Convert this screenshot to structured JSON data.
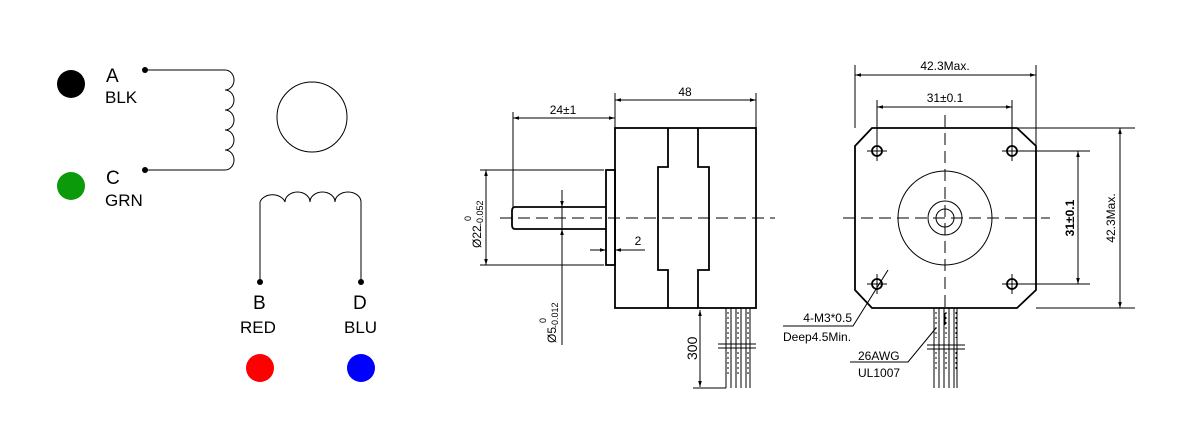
{
  "wiring": {
    "terminals": [
      {
        "letter": "A",
        "color_name": "BLK",
        "color": "#000000"
      },
      {
        "letter": "C",
        "color_name": "GRN",
        "color": "#0a9a0a"
      },
      {
        "letter": "B",
        "color_name": "RED",
        "color": "#ff0000"
      },
      {
        "letter": "D",
        "color_name": "BLU",
        "color": "#0000ff"
      }
    ]
  },
  "side_view": {
    "length": "48",
    "shaft_length": "24±1",
    "flange_dia": "Ø22",
    "flange_tol_upper": "0",
    "flange_tol_lower": "-0.052",
    "shaft_dia": "Ø5",
    "shaft_tol_upper": "0",
    "shaft_tol_lower": "-0.012",
    "flange_thickness": "2",
    "lead_length": "300"
  },
  "front_view": {
    "width": "42.3Max.",
    "hole_spacing_h": "31±0.1",
    "hole_spacing_v": "31±0.1",
    "height": "42.3Max.",
    "thread_note": "4-M3*0.5",
    "thread_depth": "Deep4.5Min.",
    "wire_gauge": "26AWG",
    "wire_spec": "UL1007"
  }
}
